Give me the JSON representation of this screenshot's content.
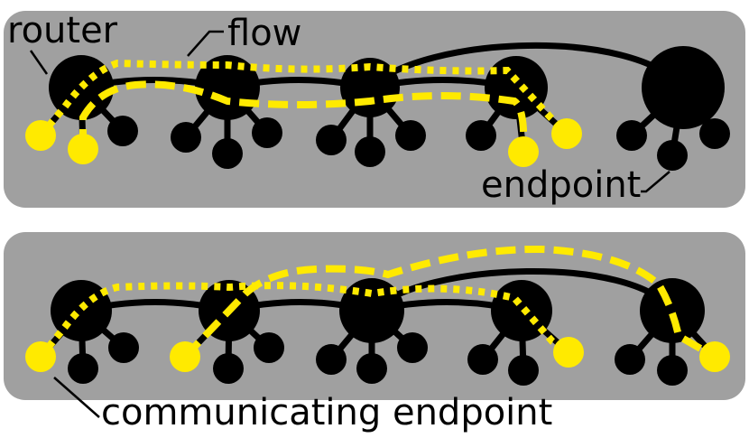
{
  "labels": {
    "router": "router",
    "flow": "flow",
    "endpoint": "endpoint",
    "communicating_endpoint": "communicating endpoint"
  },
  "colors": {
    "panel": "#a0a0a0",
    "node": "#000000",
    "highlight": "#ffea00"
  },
  "panels": [
    {
      "id": "top",
      "routers": 5,
      "highlighted_endpoints": [
        "router-1 left",
        "router-1 bottom",
        "router-4 bottom",
        "router-4 right"
      ],
      "flows": [
        {
          "style": "dotted",
          "from": "router-1 left endpoint",
          "to": "router-4 right endpoint"
        },
        {
          "style": "dashed",
          "from": "router-1 bottom endpoint",
          "to": "router-4 bottom endpoint"
        }
      ]
    },
    {
      "id": "bottom",
      "routers": 5,
      "highlighted_endpoints": [
        "router-1 left",
        "router-2 left",
        "router-4 right",
        "router-5 right"
      ],
      "flows": [
        {
          "style": "dotted",
          "from": "router-1 left endpoint",
          "to": "router-4 right endpoint"
        },
        {
          "style": "dashed",
          "from": "router-2 left endpoint",
          "to": "router-5 right endpoint"
        }
      ]
    }
  ]
}
